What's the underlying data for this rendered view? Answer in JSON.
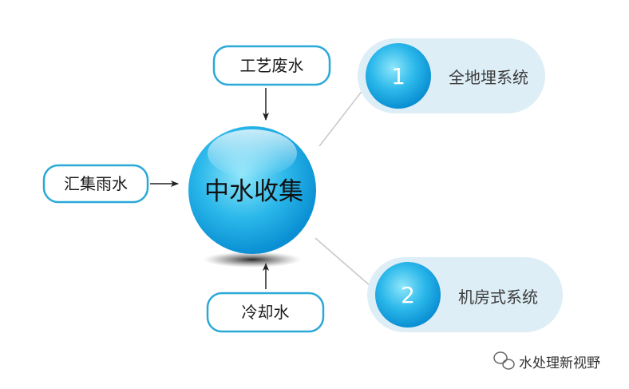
{
  "diagram": {
    "center": {
      "label": "中水收集"
    },
    "inputs": {
      "top": {
        "label": "工艺废水"
      },
      "left": {
        "label": "汇集雨水"
      },
      "bottom": {
        "label": "冷却水"
      }
    },
    "outputs": [
      {
        "number": "1",
        "label": "全地埋系统"
      },
      {
        "number": "2",
        "label": "机房式系统"
      }
    ]
  },
  "watermark": {
    "text": "水处理新视野"
  },
  "colors": {
    "box_border": "#2aa9d8",
    "sphere_light": "#8fe6fa",
    "sphere_mid": "#2bb8ea",
    "sphere_dark": "#0a8fd3",
    "pill_fill": "#ddeef7",
    "connector": "#c8c8c8",
    "arrow": "#222222"
  }
}
